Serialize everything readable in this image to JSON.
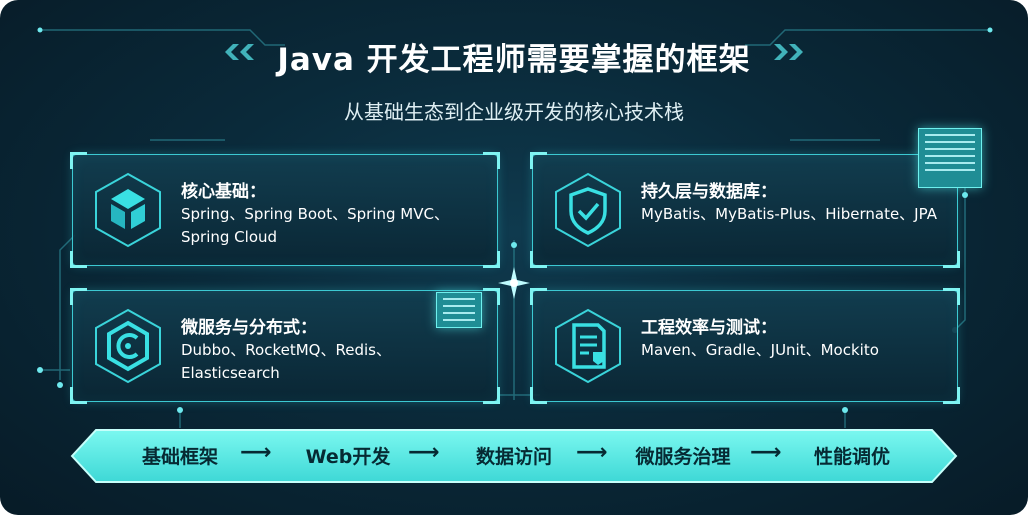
{
  "title": "Java 开发工程师需要掌握的框架",
  "subtitle": "从基础生态到企业级开发的核心技术栈",
  "colors": {
    "accent": "#3cc9d2",
    "glow": "#7ff4f2",
    "background": "#0a2a3a",
    "flow_fill": "#5ef0e8"
  },
  "cards": [
    {
      "icon": "cube-icon",
      "title": "核心基础：",
      "body": "Spring、Spring Boot、Spring MVC、Spring Cloud"
    },
    {
      "icon": "shield-check-icon",
      "title": "持久层与数据库：",
      "body": "MyBatis、MyBatis-Plus、Hibernate、JPA"
    },
    {
      "icon": "hexagon-c-icon",
      "title": "微服务与分布式：",
      "body": "Dubbo、RocketMQ、Redis、Elasticsearch"
    },
    {
      "icon": "document-icon",
      "title": "工程效率与测试：",
      "body": "Maven、Gradle、JUnit、Mockito"
    }
  ],
  "flow": {
    "steps": [
      "基础框架",
      "Web开发",
      "数据访问",
      "微服务治理",
      "性能调优"
    ],
    "arrow": "⟶"
  }
}
